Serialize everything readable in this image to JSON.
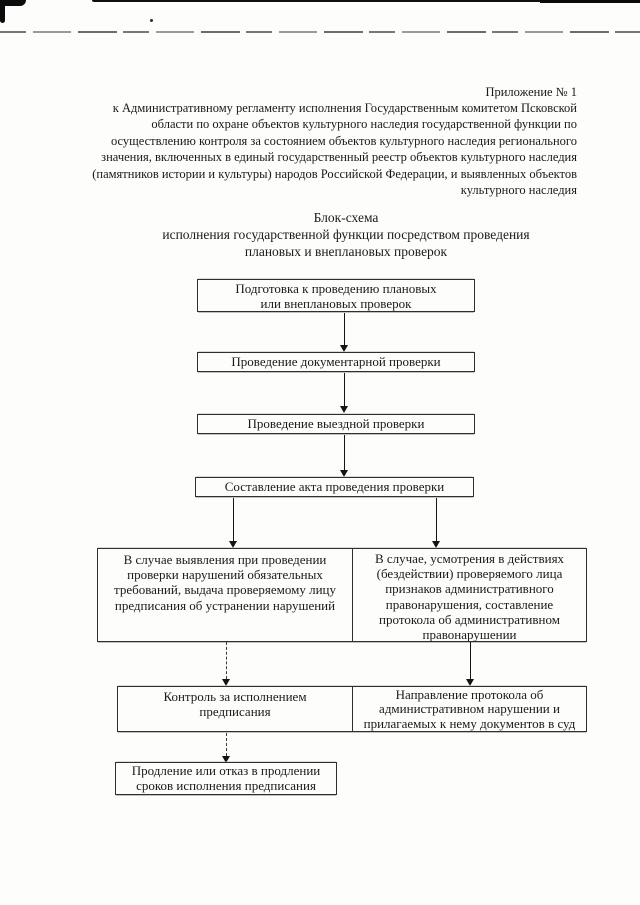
{
  "document": {
    "appendix_label": "Приложение № 1",
    "header_lines": [
      "к Административному регламенту исполнения Государственным комитетом Псковской",
      "области по охране объектов культурного наследия государственной функции по",
      "осуществлению контроля за состоянием объектов культурного наследия регионального",
      "значения, включенных в единый государственный реестр объектов культурного наследия",
      "(памятников истории и культуры) народов Российской Федерации, и выявленных объектов",
      "культурного наследия"
    ],
    "title_lines": [
      "Блок-схема",
      "исполнения государственной функции посредством проведения",
      "плановых и внеплановых проверок"
    ]
  },
  "flowchart": {
    "step_preparation": "Подготовка к проведению плановых\nили внеплановых проверок",
    "step_documentary_check": "Проведение документарной проверки",
    "step_field_check": "Проведение выездной проверки",
    "step_act_drafting": "Составление акта проведения проверки",
    "branch_violation_prescription": "В случае выявления при проведении\nпроверки нарушений обязательных\nтребований, выдача проверяемому лицу\nпредписания об устранении нарушений",
    "branch_admin_offense_protocol": "В случае, усмотрения в действиях\n(бездействии) проверяемого лица\nпризнаков административного\nправонарушения, составление\nпротокола об административном\nправонарушении",
    "step_prescription_control": "Контроль за исполнением\nпредписания",
    "step_protocol_to_court": "Направление протокола об\nадминистративном нарушении и\nприлагаемых к нему документов в суд",
    "step_extension_decision": "Продление или отказ в продлении\nсроков исполнения предписания"
  },
  "colors": {
    "ink": "#1a1a1a",
    "box_border": "#2f2f2f",
    "artifact_gray": "#8f8f8f",
    "paper": "#fdfdfc"
  }
}
